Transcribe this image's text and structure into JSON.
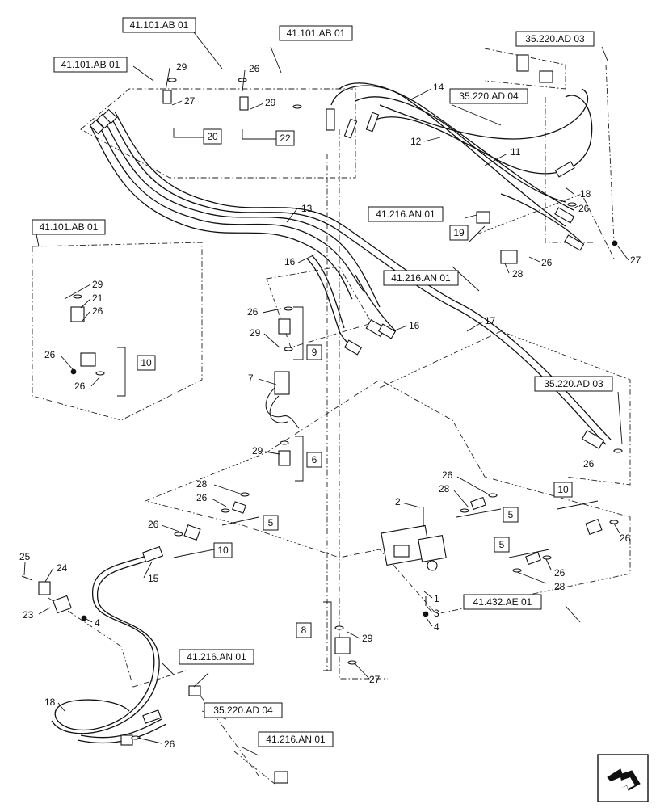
{
  "refs": {
    "r1": "41.101.AB 01",
    "r2": "41.101.AB 01",
    "r3": "41.101.AB 01",
    "r4": "41.101.AB 01",
    "r5": "35.220.AD 03",
    "r6": "35.220.AD 04",
    "r7": "41.216.AN 01",
    "r8": "41.216.AN 01",
    "r9": "35.220.AD 03",
    "r10": "41.432.AE 01",
    "r11": "41.216.AN 01",
    "r12": "35.220.AD 04",
    "r13": "41.216.AN 01"
  },
  "groups": {
    "g20": "20",
    "g22": "22",
    "g10a": "10",
    "g9": "9",
    "g19": "19",
    "g6": "6",
    "g5a": "5",
    "g10b": "10",
    "g5b": "5",
    "g10c": "10",
    "g5c": "5",
    "g8": "8"
  },
  "callouts": {
    "c29a": "29",
    "c27a": "27",
    "c26a": "26",
    "c29b": "29",
    "c14": "14",
    "c12": "12",
    "c11": "11",
    "c18a": "18",
    "c26b": "26",
    "c27b": "27",
    "c26c": "26",
    "c28a": "28",
    "c13": "13",
    "c16a": "16",
    "c16b": "16",
    "c17": "17",
    "c29c": "29",
    "c21": "21",
    "c26d": "26",
    "c26e": "26",
    "c26f": "26",
    "c26g": "26",
    "c29d": "29",
    "c7": "7",
    "c29e": "29",
    "c28b": "28",
    "c26h": "26",
    "c26i": "26",
    "c2": "2",
    "c26j": "26",
    "c28c": "28",
    "c26k": "26",
    "c26l": "26",
    "c28d": "28",
    "c26m": "26",
    "c25": "25",
    "c24": "24",
    "c15": "15",
    "c23": "23",
    "c4a": "4",
    "c1": "1",
    "c3": "3",
    "c4b": "4",
    "c29f": "29",
    "c27c": "27",
    "c18b": "18",
    "c26n": "26"
  },
  "icons": {
    "nav": "next-page-arrow-icon"
  }
}
